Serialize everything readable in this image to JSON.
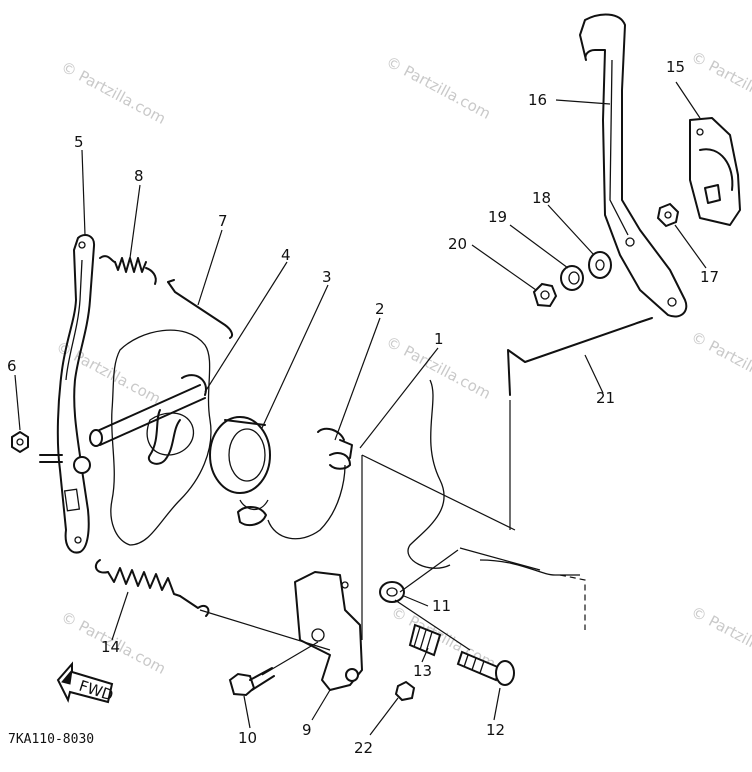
{
  "diagram": {
    "code": "7KA110-8030",
    "direction_label": "FWD",
    "watermark": "© Partzilla.com",
    "callouts": [
      "1",
      "2",
      "3",
      "4",
      "5",
      "6",
      "7",
      "8",
      "9",
      "10",
      "11",
      "12",
      "13",
      "14",
      "15",
      "16",
      "17",
      "18",
      "19",
      "20",
      "21",
      "22"
    ]
  }
}
